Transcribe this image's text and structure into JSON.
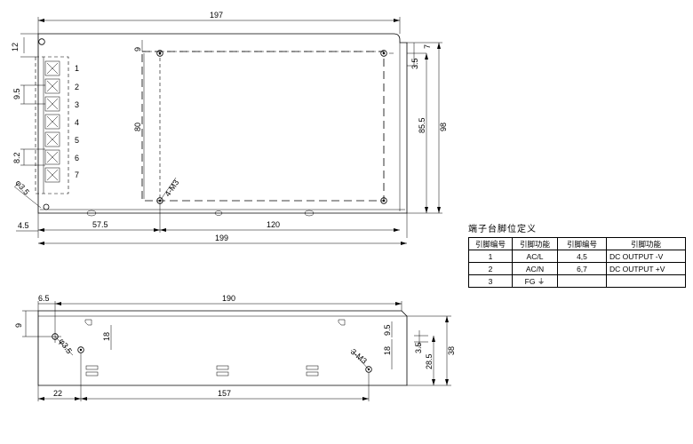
{
  "top_view": {
    "dims": {
      "overall_top": "197",
      "hole_top": "12",
      "pitch": "9.5",
      "pitch2": "8.2",
      "hole_dia": "φ3.5",
      "mount_offset_top": "9",
      "mount_vertical": "80",
      "mount_thread": "4-M3",
      "right_a": "7",
      "right_b": "3.5",
      "right_c": "85.5",
      "right_d": "98",
      "left_offset": "4.5",
      "bottom_a": "57.5",
      "bottom_b": "120",
      "bottom_total": "199"
    },
    "terminals": [
      "1",
      "2",
      "3",
      "4",
      "5",
      "6",
      "7"
    ]
  },
  "side_view": {
    "dims": {
      "overall": "190",
      "left_a": "6.5",
      "left_v": "9",
      "hole_dia": "φ3.5",
      "slot_v": "18",
      "right_thread": "3-M3",
      "right_a": "9.5",
      "right_b": "18",
      "right_c": "3.5",
      "right_d": "28.5",
      "right_e": "38",
      "bottom_a": "22",
      "bottom_b": "157"
    }
  },
  "pin_table": {
    "title": "端子台脚位定义",
    "headers": [
      "引脚编号",
      "引脚功能",
      "引脚编号",
      "引脚功能"
    ],
    "rows": [
      [
        "1",
        "AC/L",
        "4,5",
        "DC OUTPUT -V"
      ],
      [
        "2",
        "AC/N",
        "6,7",
        "DC OUTPUT +V"
      ],
      [
        "3",
        "FG ⏚",
        "",
        ""
      ]
    ]
  }
}
